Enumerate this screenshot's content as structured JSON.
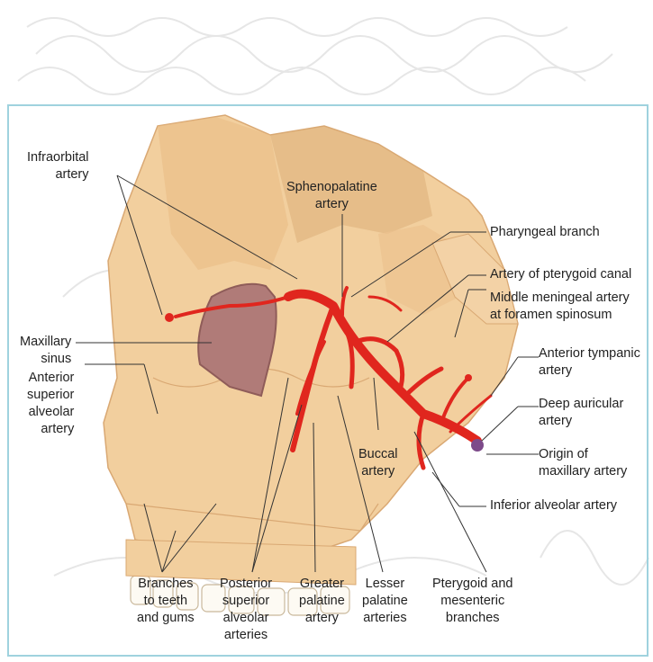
{
  "labels": {
    "infraorbital": "Infraorbital\nartery",
    "sphenopalatine": "Sphenopalatine\nartery",
    "pharyngeal": "Pharyngeal branch",
    "pterygoid_canal": "Artery of pterygoid canal",
    "middle_meningeal": "Middle meningeal artery\nat foramen spinosum",
    "maxillary_sinus": "Maxillary\nsinus",
    "anterior_superior_alveolar": "Anterior\nsuperior\nalveolar\nartery",
    "anterior_tympanic": "Anterior tympanic\nartery",
    "deep_auricular": "Deep auricular\nartery",
    "origin_maxillary": "Origin of\nmaxillary artery",
    "buccal": "Buccal\nartery",
    "inferior_alveolar": "Inferior alveolar artery",
    "branches_teeth": "Branches\nto teeth\nand gums",
    "posterior_superior_alveolar": "Posterior\nsuperior\nalveolar\narteries",
    "greater_palatine": "Greater\npalatine\nartery",
    "lesser_palatine": "Lesser\npalatine\narteries",
    "pterygoid_mesenteric": "Pterygoid and\nmesenteric\nbranches"
  },
  "colors": {
    "bone": "#f2cf9e",
    "bone_shadow": "#d9a873",
    "artery": "#e0261e",
    "sinus": "#b07b78",
    "frame": "#9fd2de",
    "leader": "#333333"
  }
}
